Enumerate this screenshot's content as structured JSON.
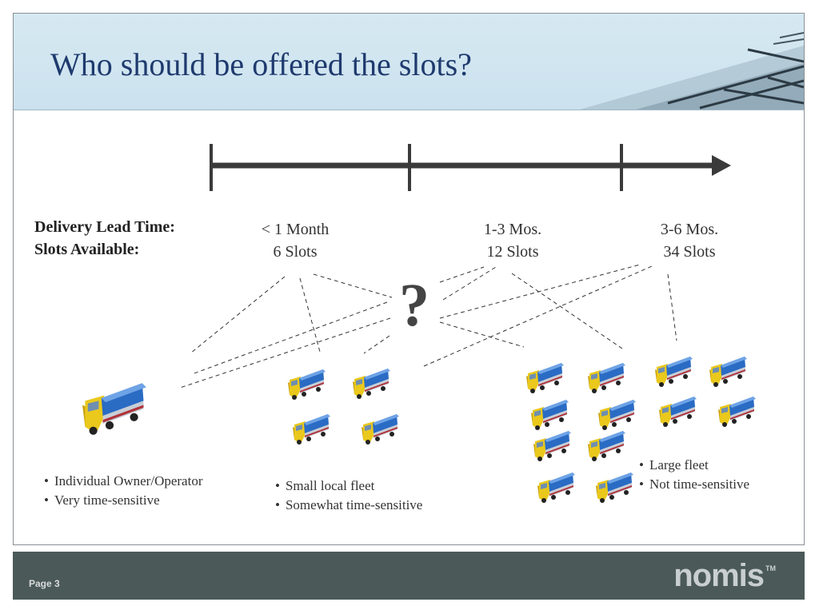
{
  "slide": {
    "title": "Who should be offered the slots?",
    "row_labels": {
      "lead_time": "Delivery Lead Time:",
      "slots": "Slots Available:"
    },
    "columns": [
      {
        "lead_time": "< 1 Month",
        "slots": "6 Slots"
      },
      {
        "lead_time": "1-3 Mos.",
        "slots": "12 Slots"
      },
      {
        "lead_time": "3-6 Mos.",
        "slots": "34 Slots"
      }
    ],
    "question_mark": "?",
    "groups": [
      {
        "bullets": [
          "Individual Owner/Operator",
          "Very time-sensitive"
        ]
      },
      {
        "bullets": [
          "Small local fleet",
          "Somewhat time-sensitive"
        ]
      },
      {
        "bullets": [
          "Large fleet",
          "Not time-sensitive"
        ]
      }
    ]
  },
  "footer": {
    "page": "Page 3",
    "logo": "nomis",
    "trademark": "TM"
  },
  "colors": {
    "title": "#1f3a6e",
    "header_bg": "#d0e5ef",
    "footer_bg": "#4b5a58",
    "arrow": "#3a3a3a",
    "truck_body": "#2a6bc4",
    "truck_cab": "#e8c21a"
  }
}
